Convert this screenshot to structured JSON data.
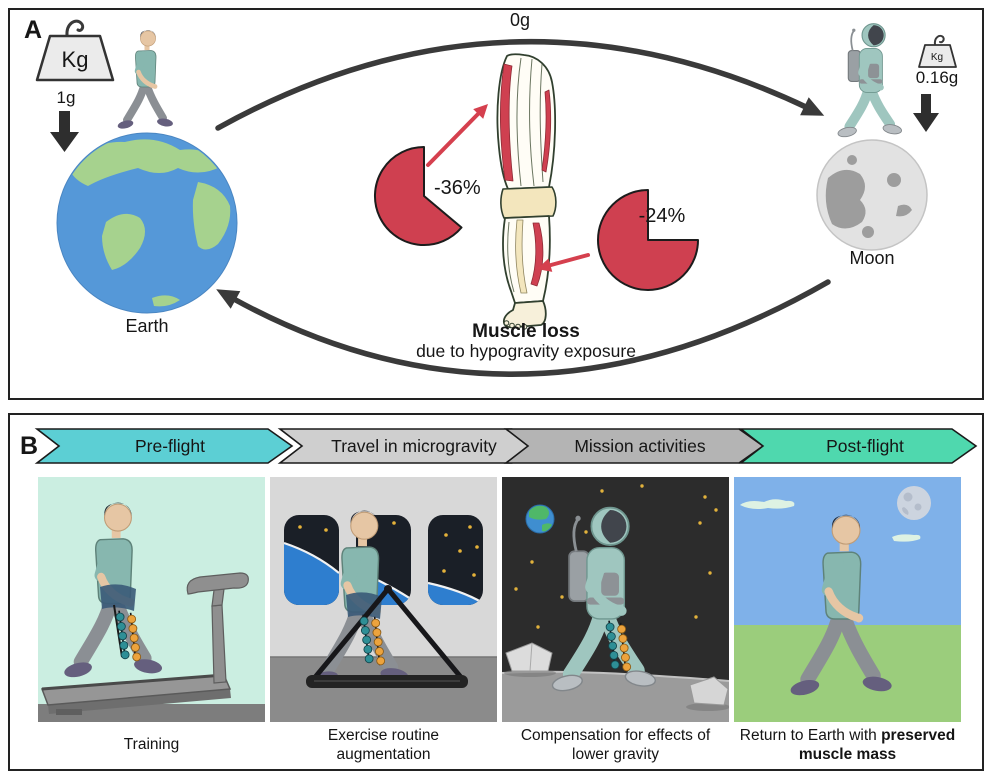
{
  "figure": {
    "panel_a": {
      "label": "A",
      "earth": {
        "weight_unit": "Kg",
        "gravity": "1g",
        "name": "Earth"
      },
      "space": {
        "gravity": "0g"
      },
      "moon": {
        "weight_unit": "Kg",
        "gravity": "0.16g",
        "name": "Moon"
      },
      "muscle_loss": {
        "thigh": "-36%",
        "calf": "-24%",
        "title": "Muscle loss",
        "subtitle": "due to hypogravity exposure"
      }
    },
    "panel_b": {
      "label": "B",
      "stages": [
        {
          "label": "Pre-flight",
          "color": "#5ccfd4",
          "caption": "Training"
        },
        {
          "label": "Travel in microgravity",
          "color": "#cfcfcf",
          "caption": "Exercise routine augmentation"
        },
        {
          "label": "Mission activities",
          "color": "#b4b4b4",
          "caption": "Compensation for effects of lower gravity"
        },
        {
          "label": "Post-flight",
          "color": "#4fd8ae",
          "caption_prefix": "Return to Earth with ",
          "caption_bold": "preserved muscle mass"
        }
      ]
    },
    "colors": {
      "muscle_red": "#cf4050",
      "arrow_dark": "#3a3a3a"
    }
  }
}
